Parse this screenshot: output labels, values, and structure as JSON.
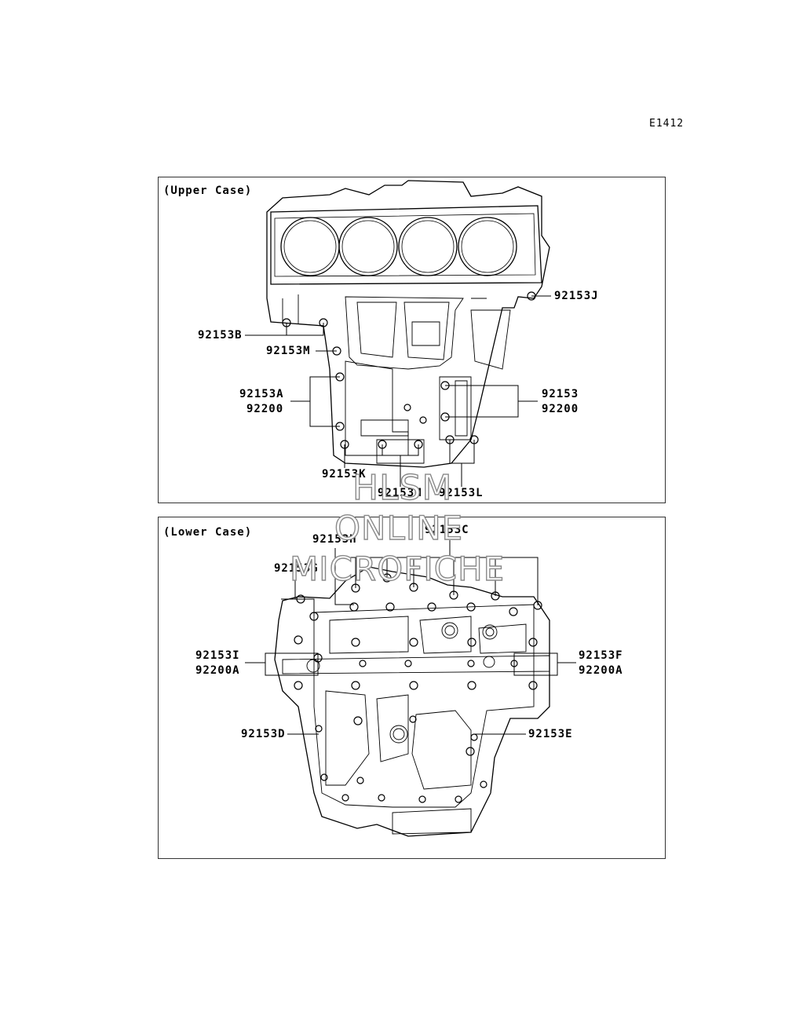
{
  "diagram_code": "E1412",
  "upper": {
    "title": "(Upper Case)",
    "labels": {
      "j": "92153J",
      "b": "92153B",
      "m1": "92153M",
      "a": "92153A",
      "a2": "92200",
      "p": "92153",
      "p2": "92200",
      "k": "92153K",
      "m2": "92153M",
      "l": "92153L"
    }
  },
  "lower": {
    "title": "(Lower Case)",
    "labels": {
      "h": "92153H",
      "c": "92153C",
      "g": "92153G",
      "i": "92153I",
      "i2": "92200A",
      "f": "92153F",
      "f2": "92200A",
      "d": "92153D",
      "e": "92153E"
    }
  },
  "watermark": {
    "line1": "HLSM",
    "line2": "ONLINE",
    "line3": "MICROFICHE"
  }
}
